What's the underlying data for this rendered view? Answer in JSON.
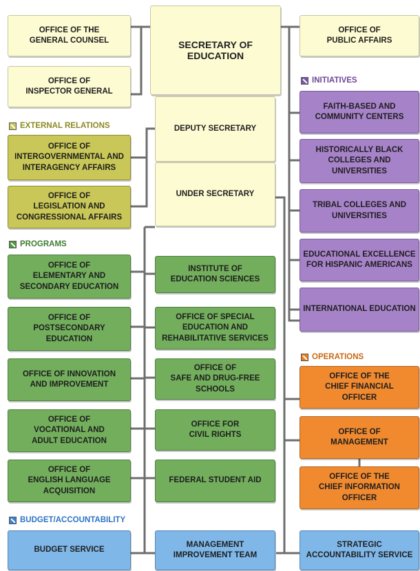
{
  "top": {
    "general_counsel": "OFFICE OF THE\nGENERAL COUNSEL",
    "inspector_general": "OFFICE OF\nINSPECTOR GENERAL",
    "secretary": "SECRETARY OF\nEDUCATION",
    "deputy_secretary": "DEPUTY SECRETARY",
    "under_secretary": "UNDER SECRETARY",
    "public_affairs": "OFFICE OF\nPUBLIC AFFAIRS"
  },
  "external_relations": {
    "header": "EXTERNAL RELATIONS",
    "items": [
      "OFFICE OF\nINTERGOVERNMENTAL AND\nINTERAGENCY AFFAIRS",
      "OFFICE OF\nLEGISLATION AND\nCONGRESSIONAL AFFAIRS"
    ]
  },
  "programs": {
    "header": "PROGRAMS",
    "left": [
      "OFFICE OF\nELEMENTARY AND\nSECONDARY EDUCATION",
      "OFFICE OF\nPOSTSECONDARY\nEDUCATION",
      "OFFICE OF INNOVATION\nAND IMPROVEMENT",
      "OFFICE OF\nVOCATIONAL AND\nADULT EDUCATION",
      "OFFICE OF\nENGLISH LANGUAGE\nACQUISITION"
    ],
    "center": [
      "INSTITUTE OF\nEDUCATION SCIENCES",
      "OFFICE OF SPECIAL\nEDUCATION AND\nREHABILITATIVE SERVICES",
      "OFFICE OF\nSAFE AND DRUG-FREE\nSCHOOLS",
      "OFFICE FOR\nCIVIL RIGHTS",
      "FEDERAL STUDENT AID"
    ]
  },
  "initiatives": {
    "header": "INITIATIVES",
    "items": [
      "FAITH-BASED AND\nCOMMUNITY CENTERS",
      "HISTORICALLY BLACK\nCOLLEGES AND\nUNIVERSITIES",
      "TRIBAL COLLEGES AND\nUNIVERSITIES",
      "EDUCATIONAL EXCELLENCE\nFOR HISPANIC AMERICANS",
      "INTERNATIONAL EDUCATION"
    ]
  },
  "operations": {
    "header": "OPERATIONS",
    "items": [
      "OFFICE OF THE\nCHIEF FINANCIAL\nOFFICER",
      "OFFICE OF\nMANAGEMENT",
      "OFFICE OF THE\nCHIEF INFORMATION\nOFFICER"
    ]
  },
  "budget": {
    "header": "BUDGET/ACCOUNTABILITY",
    "items": [
      "BUDGET SERVICE",
      "MANAGEMENT\nIMPROVEMENT TEAM",
      "STRATEGIC\nACCOUNTABILITY SERVICE"
    ]
  },
  "colors": {
    "leadership": "#fdfbd2",
    "external_relations": "#c9c757",
    "programs": "#72ae5c",
    "initiatives": "#a682c8",
    "operations": "#f18a2f",
    "budget_accountability": "#7fb7e8",
    "connector": "#6d6d6d"
  }
}
